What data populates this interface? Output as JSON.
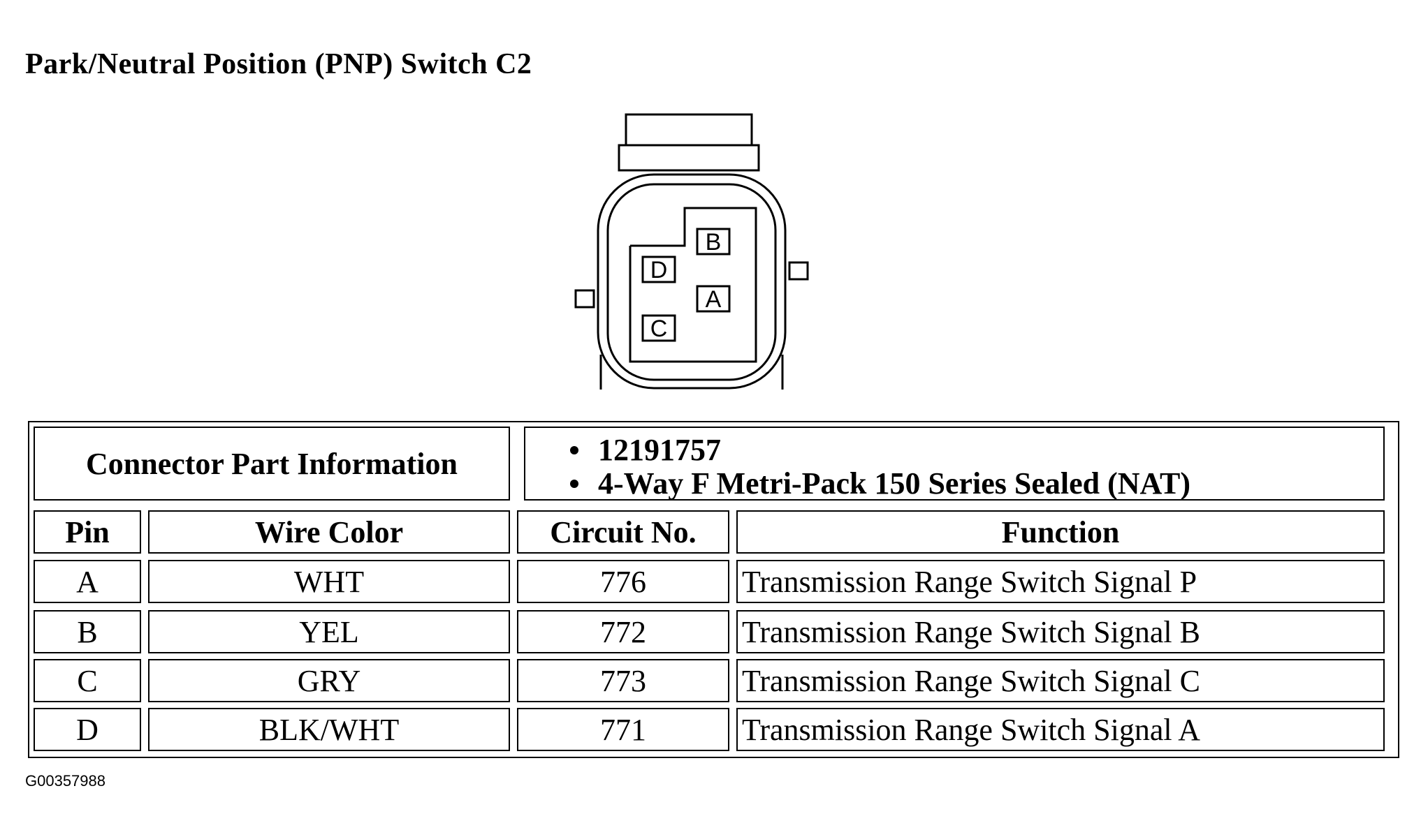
{
  "title": "Park/Neutral Position (PNP) Switch C2",
  "connector": {
    "pins": [
      "B",
      "D",
      "A",
      "C"
    ]
  },
  "part_info": {
    "label": "Connector Part Information",
    "items": [
      "12191757",
      "4-Way F Metri-Pack 150 Series Sealed (NAT)"
    ]
  },
  "table": {
    "headers": [
      "Pin",
      "Wire Color",
      "Circuit No.",
      "Function"
    ],
    "rows": [
      {
        "pin": "A",
        "wire_color": "WHT",
        "circuit": "776",
        "function": "Transmission Range Switch Signal P"
      },
      {
        "pin": "B",
        "wire_color": "YEL",
        "circuit": "772",
        "function": "Transmission Range Switch Signal B"
      },
      {
        "pin": "C",
        "wire_color": "GRY",
        "circuit": "773",
        "function": "Transmission Range Switch Signal C"
      },
      {
        "pin": "D",
        "wire_color": "BLK/WHT",
        "circuit": "771",
        "function": "Transmission Range Switch Signal A"
      }
    ]
  },
  "figure_id": "G00357988"
}
